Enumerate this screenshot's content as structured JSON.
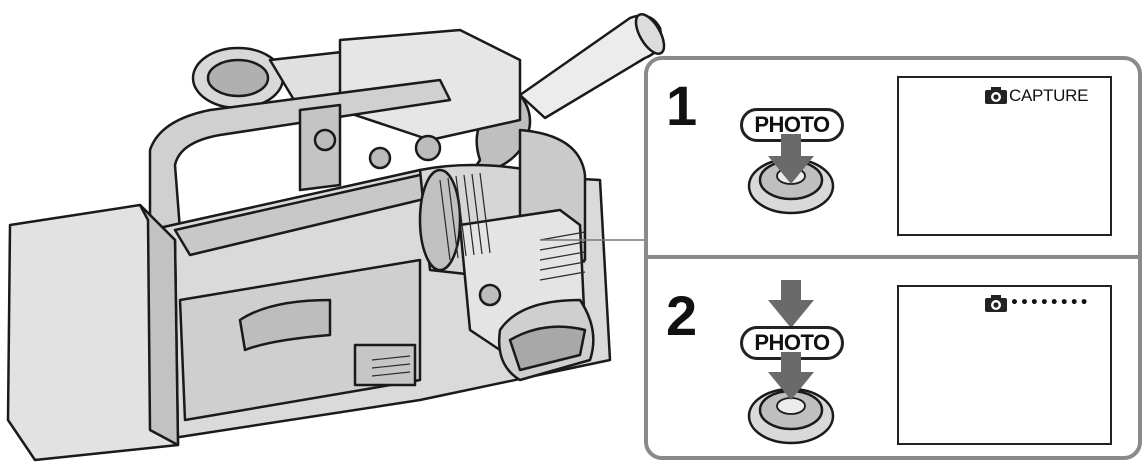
{
  "steps": [
    {
      "number": "1",
      "button_label": "PHOTO",
      "screen_text": "CAPTURE"
    },
    {
      "number": "2",
      "button_label": "PHOTO",
      "screen_text": "••••••••"
    }
  ],
  "icons": {
    "screen_indicator": "camera-icon",
    "press_indicator": "arrow-down-icon"
  },
  "colors": {
    "panel_border": "#8a8a8a",
    "arrow": "#6a6a6a",
    "line": "#1a1a1a"
  }
}
